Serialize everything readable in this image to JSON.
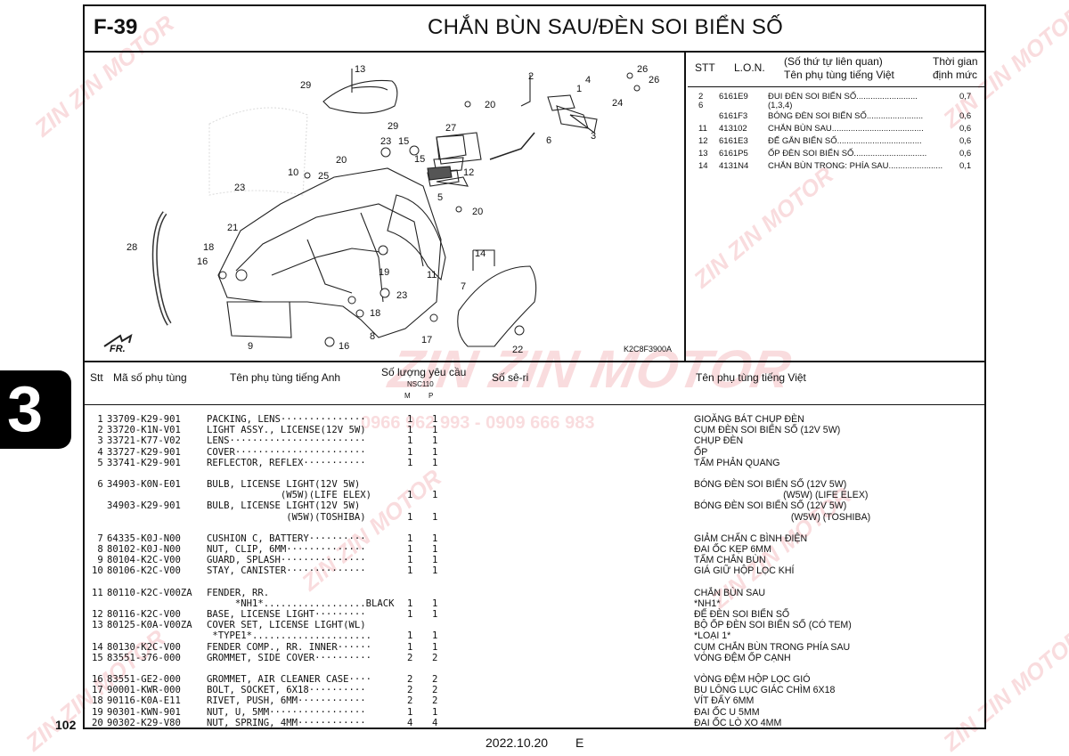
{
  "header": {
    "code": "F-39",
    "title": "CHẮN BÙN SAU/ĐÈN SOI BIỂN SỐ"
  },
  "diagram_code": "K2C8F3900A",
  "callouts": [
    "1",
    "2",
    "3",
    "4",
    "5",
    "6",
    "7",
    "8",
    "9",
    "10",
    "11",
    "12",
    "13",
    "14",
    "15",
    "15",
    "16",
    "16",
    "17",
    "18",
    "18",
    "19",
    "20",
    "20",
    "20",
    "21",
    "22",
    "23",
    "23",
    "23",
    "24",
    "25",
    "26",
    "26",
    "27",
    "28",
    "29",
    "29"
  ],
  "fr_label": "FR.",
  "related_table": {
    "headers": {
      "stt": "STT",
      "lon": "L.O.N.",
      "name_line1": "(Số thứ tự liên quan)",
      "name_line2": "Tên phụ tùng tiếng Việt",
      "time_line1": "Thời gian",
      "time_line2": "định mức"
    },
    "rows": [
      {
        "stt": "2",
        "lon": "6161E9",
        "name": "ĐUI ĐÈN SOI BIỂN SỐ..........................",
        "time": "0,7"
      },
      {
        "stt": "6",
        "lon": "",
        "name": "(1,3,4)",
        "time": ""
      },
      {
        "stt": "",
        "lon": "6161F3",
        "name": "BÓNG ĐÈN SOI BIỂN SỐ........................",
        "time": "0,6"
      },
      {
        "stt": "11",
        "lon": "413102",
        "name": "CHẮN BÙN SAU.......................................",
        "time": "0,6"
      },
      {
        "stt": "12",
        "lon": "6161E3",
        "name": "ĐẾ GẮN BIỂN SỐ....................................",
        "time": "0,6"
      },
      {
        "stt": "13",
        "lon": "6161P5",
        "name": "ỐP ĐÈN SOI BIỂN SỐ...............................",
        "time": "0,6"
      },
      {
        "stt": "14",
        "lon": "4131N4",
        "name": "CHẮN BÙN TRONG: PHÍA SAU.......................",
        "time": "0,1"
      }
    ]
  },
  "parts_header": {
    "stt": "Stt",
    "code": "Mã số phụ tùng",
    "en": "Tên phụ tùng tiếng Anh",
    "qty": "Số lượng yêu cầu",
    "model": "NSC110",
    "m": "M",
    "p": "P",
    "serial": "Số sê-ri",
    "vn": "Tên phụ tùng tiếng Việt"
  },
  "parts": [
    {
      "no": " 1",
      "code": "33709-K29-901",
      "en": "PACKING, LENS···············",
      "m": "1",
      "p": "1",
      "vn": "GIOĂNG BÁT CHỤP ĐÈN"
    },
    {
      "no": " 2",
      "code": "33720-K1N-V01",
      "en": "LIGHT ASSY., LICENSE(12V 5W)",
      "m": "1",
      "p": "1",
      "vn": "CỤM ĐÈN SOI BIỂN SỐ (12V 5W)"
    },
    {
      "no": " 3",
      "code": "33721-K77-V02",
      "en": "LENS························",
      "m": "1",
      "p": "1",
      "vn": "CHỤP ĐÈN"
    },
    {
      "no": " 4",
      "code": "33727-K29-901",
      "en": "COVER·······················",
      "m": "1",
      "p": "1",
      "vn": "ỐP"
    },
    {
      "no": " 5",
      "code": "33741-K29-901",
      "en": "REFLECTOR, REFLEX···········",
      "m": "1",
      "p": "1",
      "vn": "TẤM PHẢN QUANG"
    },
    {
      "no": " 6",
      "code": "34903-K0N-E01",
      "en": "BULB, LICENSE LIGHT(12V 5W)",
      "m": "",
      "p": "",
      "vn": "BÓNG ĐÈN SOI BIỂN SỐ (12V 5W)"
    },
    {
      "no": "",
      "code": "",
      "en": "             (W5W)(LIFE ELEX)",
      "m": "1",
      "p": "1",
      "vn": "                                  (W5W) (LIFE ELEX)"
    },
    {
      "no": "",
      "code": "34903-K29-901",
      "en": "BULB, LICENSE LIGHT(12V 5W)",
      "m": "",
      "p": "",
      "vn": "BÓNG ĐÈN SOI BIỂN SỐ (12V 5W)"
    },
    {
      "no": "",
      "code": "",
      "en": "              (W5W)(TOSHIBA)",
      "m": "1",
      "p": "1",
      "vn": "                                     (W5W) (TOSHIBA)"
    },
    {
      "no": " 7",
      "code": "64335-K0J-N00",
      "en": "CUSHION C, BATTERY··········",
      "m": "1",
      "p": "1",
      "vn": "GIẢM CHẤN C BÌNH ĐIỆN"
    },
    {
      "no": " 8",
      "code": "80102-K0J-N00",
      "en": "NUT, CLIP, 6MM··············",
      "m": "1",
      "p": "1",
      "vn": "ĐAI ỐC KẸP 6MM"
    },
    {
      "no": " 9",
      "code": "80104-K2C-V00",
      "en": "GUARD, SPLASH···············",
      "m": "1",
      "p": "1",
      "vn": "TẤM CHẮN BÙN"
    },
    {
      "no": "10",
      "code": "80106-K2C-V00",
      "en": "STAY, CANISTER··············",
      "m": "1",
      "p": "1",
      "vn": "GIÁ GIỮ HỘP LỌC KHÍ"
    },
    {
      "no": "11",
      "code": "80110-K2C-V00ZA",
      "en": "FENDER, RR.",
      "m": "",
      "p": "",
      "vn": "CHẮN BÙN SAU"
    },
    {
      "no": "",
      "code": "",
      "en": "     *NH1*..................BLACK",
      "m": "1",
      "p": "1",
      "vn": "*NH1*"
    },
    {
      "no": "12",
      "code": "80116-K2C-V00",
      "en": "BASE, LICENSE LIGHT·········",
      "m": "1",
      "p": "1",
      "vn": "ĐẾ ĐÈN SOI BIỂN SỐ"
    },
    {
      "no": "13",
      "code": "80125-K0A-V00ZA",
      "en": "COVER SET, LICENSE LIGHT(WL)",
      "m": "",
      "p": "",
      "vn": "BỘ ỐP ĐÈN SOI BIỂN SỐ (CÓ TEM)"
    },
    {
      "no": "",
      "code": "",
      "en": " *TYPE1*.....................",
      "m": "1",
      "p": "1",
      "vn": "*LOẠI 1*"
    },
    {
      "no": "14",
      "code": "80130-K2C-V00",
      "en": "FENDER COMP., RR. INNER······",
      "m": "1",
      "p": "1",
      "vn": "CỤM CHẮN BÙN TRONG PHÍA SAU"
    },
    {
      "no": "15",
      "code": "83551-376-000",
      "en": "GROMMET, SIDE COVER··········",
      "m": "2",
      "p": "2",
      "vn": "VÒNG ĐỆM ỐP CẠNH"
    },
    {
      "no": "16",
      "code": "83551-GE2-000",
      "en": "GROMMET, AIR CLEANER CASE····",
      "m": "2",
      "p": "2",
      "vn": "VÒNG ĐỆM HỘP LỌC GIÓ"
    },
    {
      "no": "17",
      "code": "90001-KWR-000",
      "en": "BOLT, SOCKET, 6X18··········",
      "m": "2",
      "p": "2",
      "vn": "BU LÔNG LỤC GIÁC CHÌM 6X18"
    },
    {
      "no": "18",
      "code": "90116-K0A-E11",
      "en": "RIVET, PUSH, 6MM············",
      "m": "2",
      "p": "2",
      "vn": "VÍT ĐẨY 6MM"
    },
    {
      "no": "19",
      "code": "90301-KWN-901",
      "en": "NUT, U, 5MM·················",
      "m": "1",
      "p": "1",
      "vn": "ĐAI ỐC U 5MM"
    },
    {
      "no": "20",
      "code": "90302-K29-V80",
      "en": "NUT, SPRING, 4MM············",
      "m": "4",
      "p": "4",
      "vn": "ĐAI ỐC LÒ XO 4MM"
    }
  ],
  "section_tab": "3",
  "page_number": "102",
  "footer": {
    "date": "2022.10.20",
    "edition": "E"
  },
  "watermark": {
    "brand": "ZIN ZIN MOTOR",
    "phones": "0966 962 993 - 0909 666 983"
  }
}
